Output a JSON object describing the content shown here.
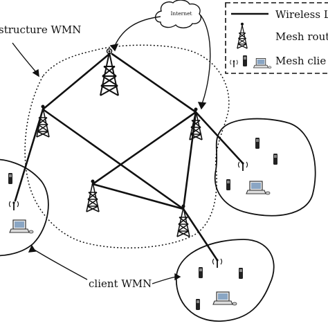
{
  "diagram": {
    "internet_label": "Internet",
    "infrastructure_label": "structure WMN",
    "client_label": "client WMN",
    "legend": {
      "items": [
        {
          "label": "Wireless Li",
          "symbol": "thick-line"
        },
        {
          "label": "Mesh route",
          "symbol": "tower-icon"
        },
        {
          "label": "Mesh clie",
          "symbol": "client-devices-icon"
        }
      ]
    },
    "nodes": [
      {
        "id": "gateway-router",
        "type": "mesh-router"
      },
      {
        "id": "router-left",
        "type": "mesh-router"
      },
      {
        "id": "router-right",
        "type": "mesh-router"
      },
      {
        "id": "router-center",
        "type": "mesh-router"
      },
      {
        "id": "router-bottom",
        "type": "mesh-router"
      }
    ],
    "links": [
      [
        "gateway-router",
        "router-left"
      ],
      [
        "gateway-router",
        "router-right"
      ],
      [
        "router-left",
        "router-bottom"
      ],
      [
        "router-right",
        "router-center"
      ],
      [
        "router-right",
        "router-bottom"
      ],
      [
        "router-center",
        "router-bottom"
      ],
      [
        "router-left",
        "client-left"
      ],
      [
        "router-right",
        "client-right"
      ],
      [
        "router-bottom",
        "client-bottom"
      ]
    ]
  }
}
